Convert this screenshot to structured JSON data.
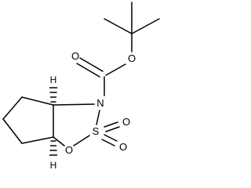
{
  "molecule": {
    "atoms": {
      "n": "N",
      "s": "S",
      "o_carbonyl": "O",
      "o_ester": "O",
      "o_ring": "O",
      "o_sulfonyl_1": "O",
      "o_sulfonyl_2": "O",
      "h_top": "H",
      "h_bottom": "H"
    }
  }
}
